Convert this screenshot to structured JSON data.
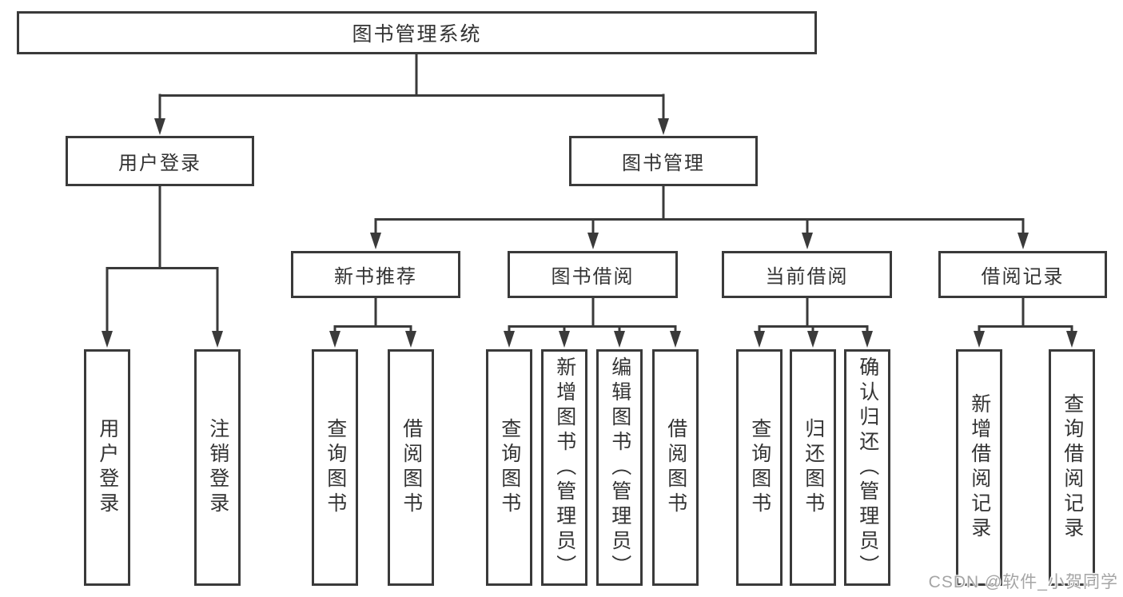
{
  "title": "图书管理系统",
  "level2": {
    "user_login": "用户登录",
    "book_management": "图书管理"
  },
  "level3": {
    "new_book_recommend": "新书推荐",
    "book_borrowing": "图书借阅",
    "current_borrowing": "当前借阅",
    "borrowing_records": "借阅记录"
  },
  "level4": {
    "user_login_children": [
      "用户登录",
      "注销登录"
    ],
    "new_book_recommend_children": [
      "查询图书",
      "借阅图书"
    ],
    "book_borrowing_children": [
      "查询图书",
      "新增图书（管理员）",
      "编辑图书（管理员）",
      "借阅图书"
    ],
    "current_borrowing_children": [
      "查询图书",
      "归还图书",
      "确认归还（管理员）"
    ],
    "borrowing_records_children": [
      "新增借阅记录",
      "查询借阅记录"
    ]
  },
  "watermark": "CSDN @软件_小贺同学",
  "colors": {
    "line": "#3a3a3a",
    "text": "#333333",
    "background": "#ffffff",
    "watermark": "#a5a5a5"
  }
}
